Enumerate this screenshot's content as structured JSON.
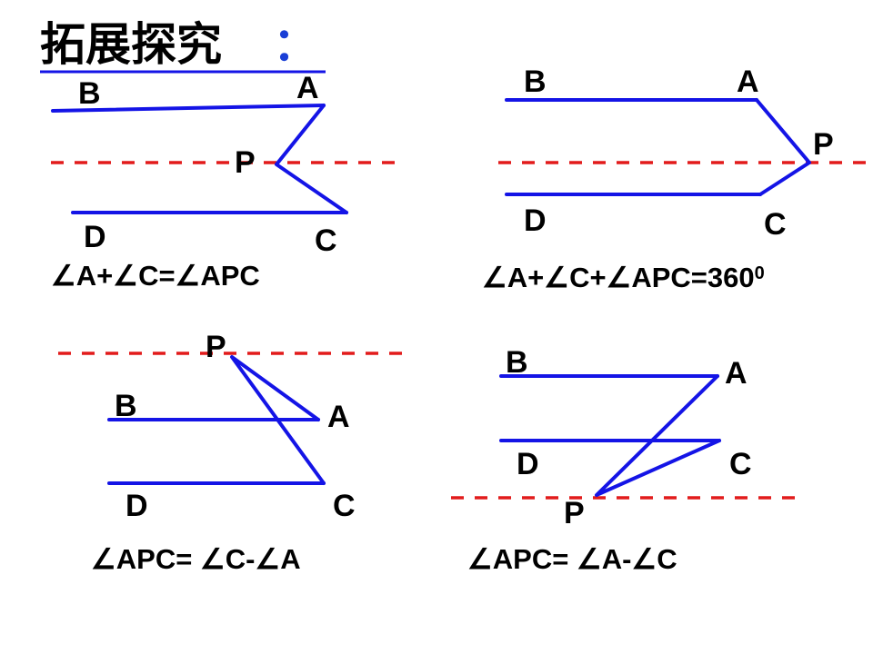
{
  "title": {
    "text": "拓展探究",
    "colon": "："
  },
  "figures": [
    {
      "id": "fig1",
      "labels": {
        "A": "A",
        "B": "B",
        "C": "C",
        "D": "D",
        "P": "P"
      },
      "formula": "∠A+∠C=∠APC"
    },
    {
      "id": "fig2",
      "labels": {
        "A": "A",
        "B": "B",
        "C": "C",
        "D": "D",
        "P": "P"
      },
      "formula": "∠A+∠C+∠APC=360",
      "formula_sup": "0"
    },
    {
      "id": "fig3",
      "labels": {
        "A": "A",
        "B": "B",
        "C": "C",
        "D": "D",
        "P": "P"
      },
      "formula": "∠APC= ∠C-∠A"
    },
    {
      "id": "fig4",
      "labels": {
        "A": "A",
        "B": "B",
        "C": "C",
        "D": "D",
        "P": "P"
      },
      "formula": "∠APC= ∠A-∠C"
    }
  ],
  "colors": {
    "segment": "#1414e6",
    "dashed_line": "#e21b1b",
    "colon": "#1a3fd6"
  }
}
